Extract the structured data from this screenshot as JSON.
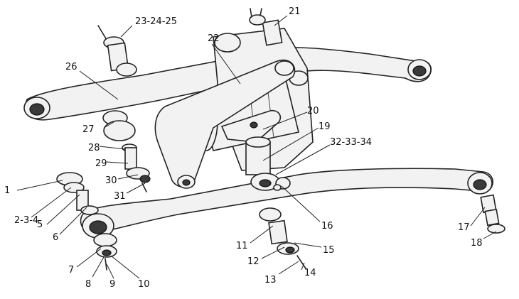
{
  "labels": {
    "l1": "1",
    "l234": "2-3-4",
    "l5": "5",
    "l6": "6",
    "l7": "7",
    "l8": "8",
    "l9": "9",
    "l10": "10",
    "l11": "11",
    "l12": "12",
    "l13": "13",
    "l14": "14",
    "l15": "15",
    "l16": "16",
    "l17": "17",
    "l18": "18",
    "l19": "19",
    "l20": "20",
    "l21": "21",
    "l22": "22",
    "l232425": "23-24-25",
    "l26": "26",
    "l27": "27",
    "l28": "28",
    "l29": "29",
    "l30": "30",
    "l31": "31",
    "l323334": "32-33-34"
  }
}
